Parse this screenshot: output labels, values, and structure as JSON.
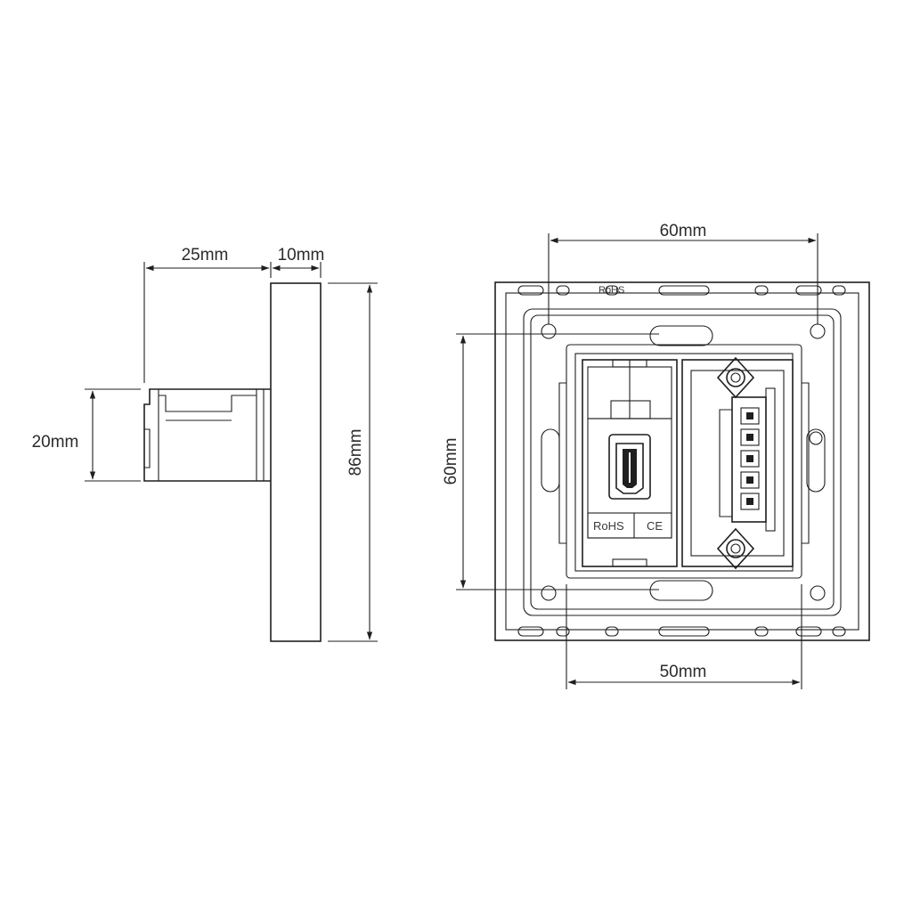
{
  "dimensions": {
    "side_depth": "25mm",
    "plate_thickness": "10mm",
    "module_height": "20mm",
    "plate_height": "86mm",
    "hole_spacing_horizontal": "60mm",
    "hole_spacing_vertical": "60mm",
    "module_width": "50mm"
  },
  "markings": {
    "rohs": "RoHS",
    "ce": "CE"
  },
  "icons": [
    "hdmi-port-icon",
    "terminal-block-icon",
    "binding-post-icon"
  ],
  "colors": {
    "line": "#1f1f1f",
    "background": "#ffffff"
  }
}
